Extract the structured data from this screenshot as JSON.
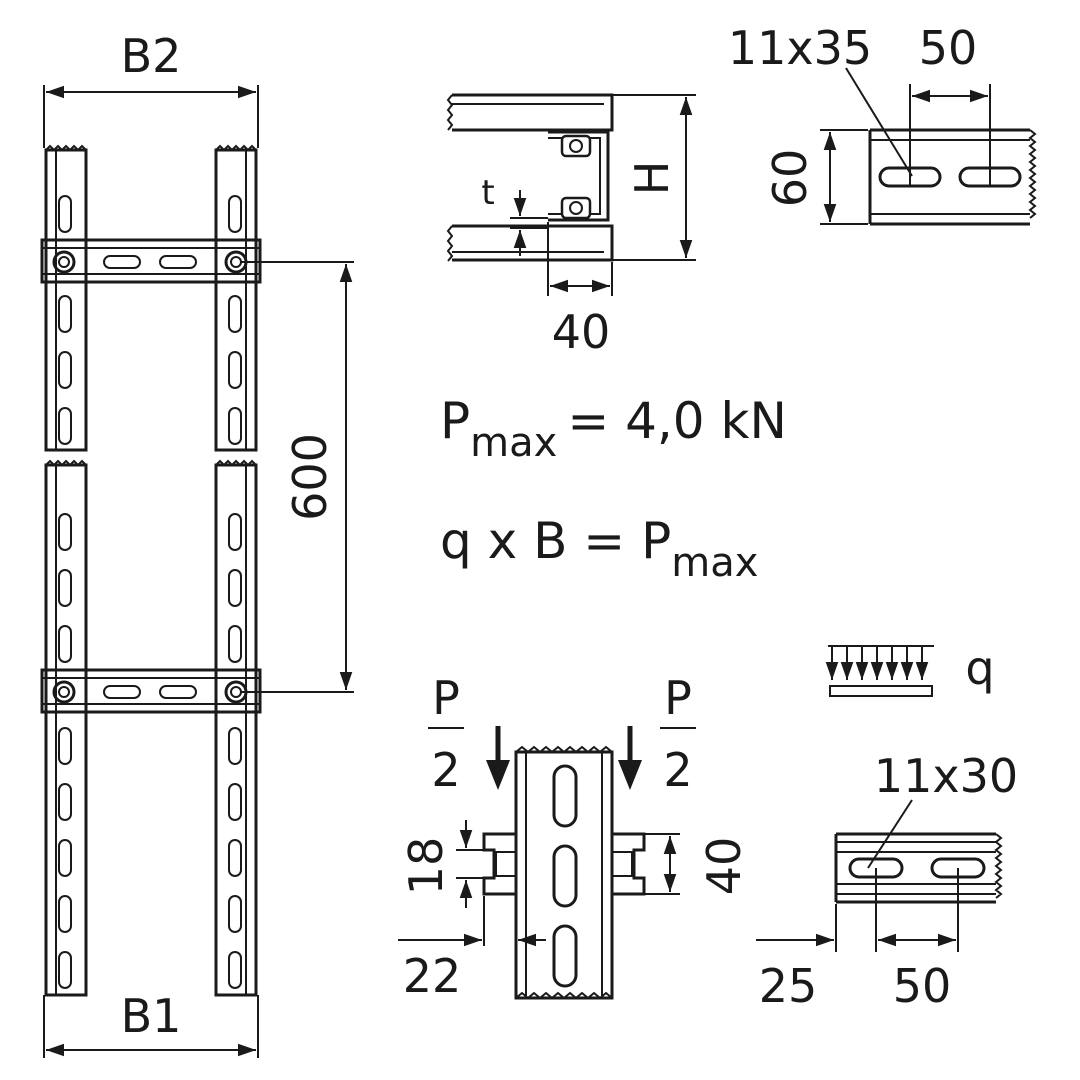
{
  "dimensions": {
    "b2": "B2",
    "b1": "B1",
    "rung_spacing": "600",
    "height": "H",
    "t": "t",
    "width_40": "40",
    "slot_top": "11x35",
    "pitch_top": "50",
    "rail_height": "60",
    "slot_bottom": "11x30",
    "pitch_bottom": "50",
    "edge_offset": "25",
    "rung_18": "18",
    "rung_22": "22",
    "rung_40": "40"
  },
  "formulas": {
    "pmax_symbol": "P",
    "pmax_sub": "max",
    "pmax_value": "= 4,0 kN",
    "qxb": "q x B = P",
    "qxb_sub": "max"
  },
  "loads": {
    "p": "P",
    "two": "2",
    "q": "q"
  }
}
